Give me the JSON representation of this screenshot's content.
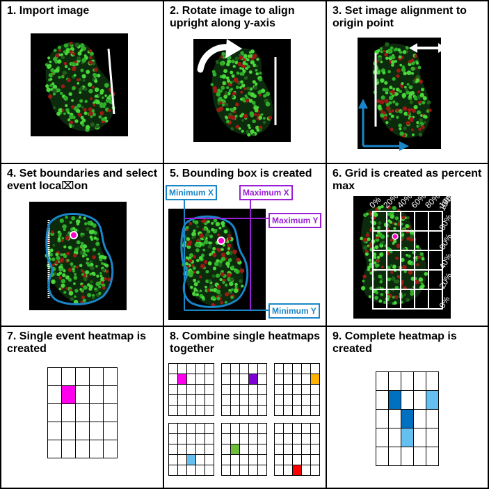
{
  "panels": [
    {
      "title": "1. Import image"
    },
    {
      "title": "2. Rotate image to align upright along y-axis"
    },
    {
      "title": "3. Set image alignment to origin point"
    },
    {
      "title": "4. Set boundaries and select event loca⌧on"
    },
    {
      "title": "5. Bounding box is created"
    },
    {
      "title": "6. Grid is created as percent max"
    },
    {
      "title": "7. Single event heatmap is created"
    },
    {
      "title": "8. Combine single heatmaps together"
    },
    {
      "title": "9. Complete heatmap is created"
    }
  ],
  "bounding_box_labels": {
    "min_x": "Minimum X",
    "max_x": "Maximum X",
    "max_y": "Maximum Y",
    "min_y": "Minimum Y"
  },
  "grid_percent_labels": [
    "0%",
    "20%",
    "40%",
    "60%",
    "80%",
    "100%"
  ],
  "colors": {
    "blue_outline": "#1a86c8",
    "purple_box": "#9a1fd6",
    "event_marker": "#ff00cc",
    "heatmap_magenta": "#ff00ee",
    "heatmap_purple": "#7f00d4",
    "heatmap_orange": "#ffb300",
    "heatmap_lightblue": "#63c0f0",
    "heatmap_green": "#6fbf3a",
    "heatmap_red": "#ff0000",
    "heatmap_darkblue": "#0070c0"
  }
}
